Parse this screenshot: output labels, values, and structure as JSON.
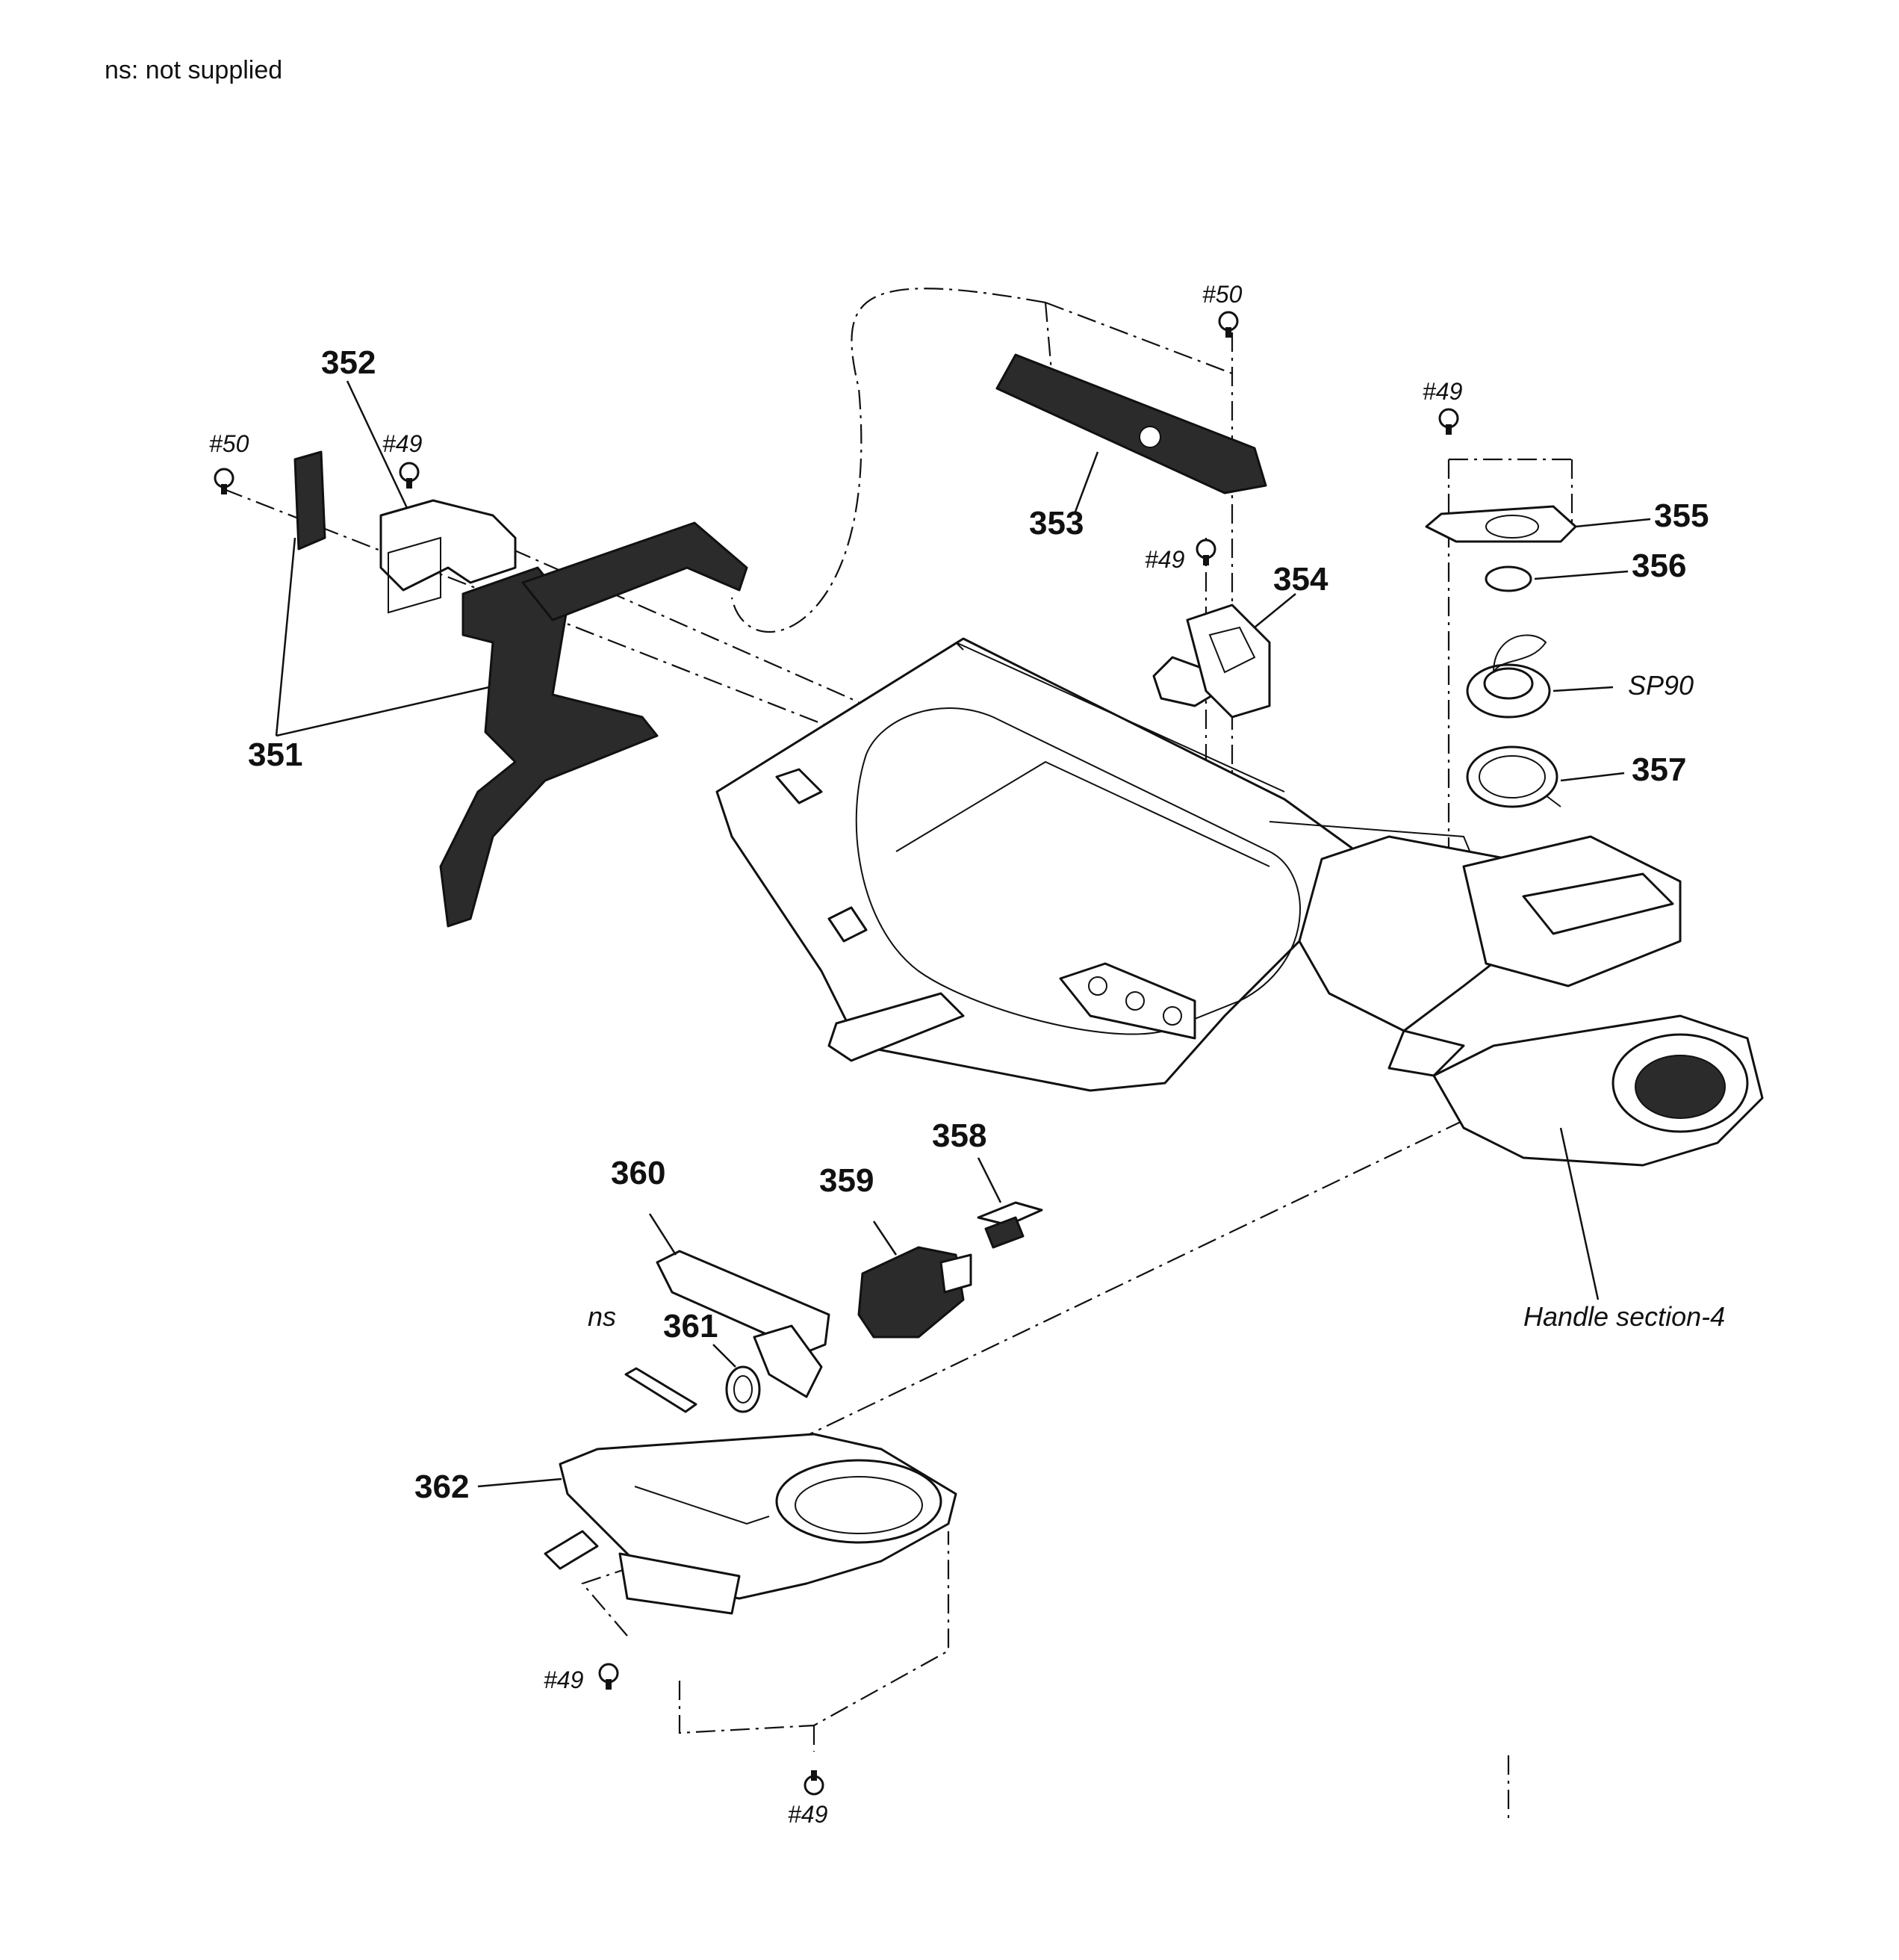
{
  "header": {
    "note": "ns: not supplied"
  },
  "labels": {
    "p351": "351",
    "p352": "352",
    "p353": "353",
    "p354": "354",
    "p355": "355",
    "p356": "356",
    "p357": "357",
    "p358": "358",
    "p359": "359",
    "p360": "360",
    "p361": "361",
    "p362": "362",
    "sp90": "SP90",
    "ns": "ns",
    "handle": "Handle section-4"
  },
  "screws": {
    "s50_left": "#50",
    "s49_left": "#49",
    "s50_top": "#50",
    "s49_mid": "#49",
    "s49_right": "#49",
    "s49_bottom_left": "#49",
    "s49_bottom": "#49"
  }
}
